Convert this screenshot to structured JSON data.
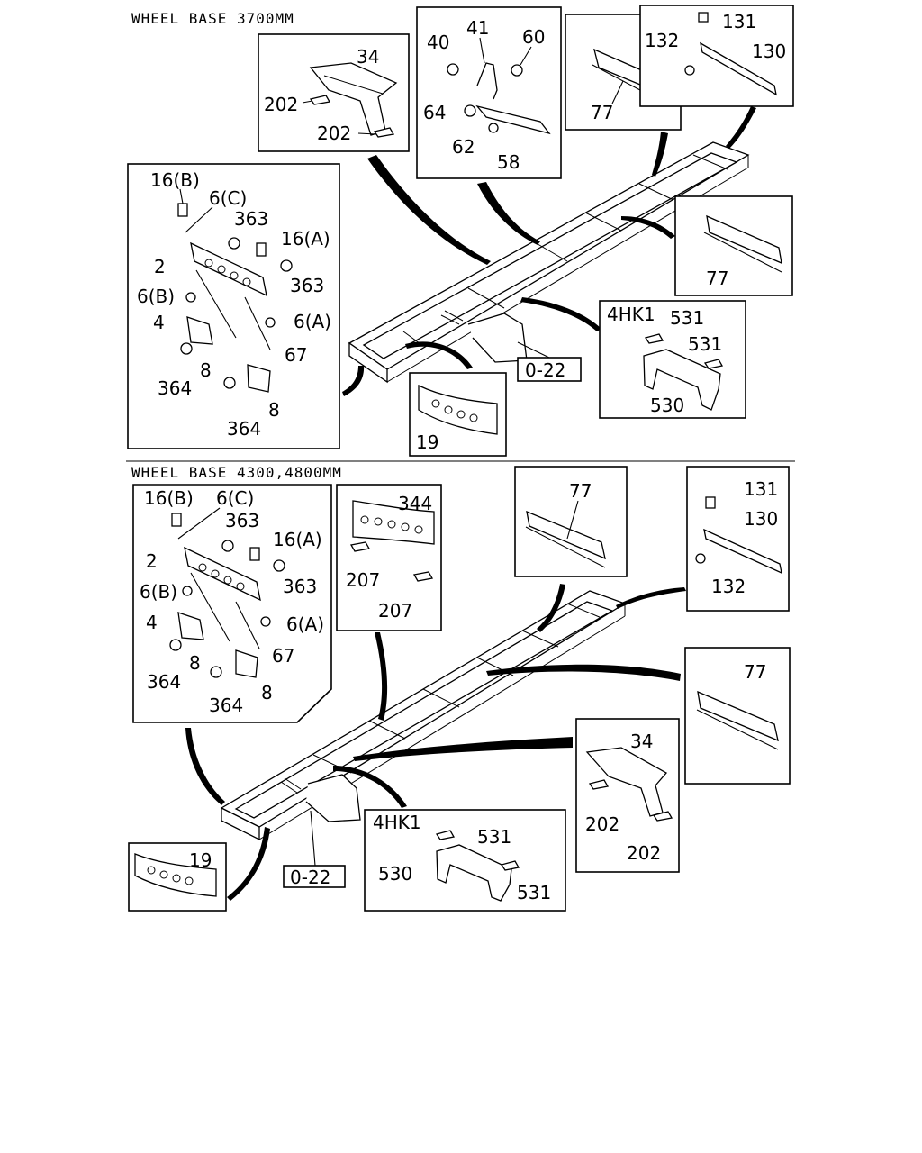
{
  "sections": [
    {
      "header": "WHEEL BASE 3700MM",
      "callouts": {
        "crossmember_34": {
          "part": "34",
          "shims": [
            "202",
            "202"
          ]
        },
        "bracket_group": {
          "labels": [
            "41",
            "40",
            "60",
            "64",
            "62",
            "58"
          ]
        },
        "rear_cm_77": {
          "part": "77"
        },
        "end_cm": {
          "labels": [
            "131",
            "132",
            "130"
          ]
        },
        "mid_cm_77": {
          "part": "77"
        },
        "engine_mount": {
          "engine": "4HK1",
          "labels": [
            "531",
            "531",
            "530"
          ]
        },
        "front_cm_19": {
          "part": "19"
        },
        "ref": "0-22",
        "left_group": {
          "labels": [
            "16(B)",
            "6(C)",
            "363",
            "16(A)",
            "2",
            "363",
            "6(B)",
            "4",
            "6(A)",
            "67",
            "8",
            "364",
            "8",
            "364"
          ]
        }
      }
    },
    {
      "header": "WHEEL BASE 4300,4800MM",
      "callouts": {
        "left_group": {
          "labels": [
            "16(B)",
            "6(C)",
            "363",
            "16(A)",
            "2",
            "363",
            "6(B)",
            "4",
            "6(A)",
            "67",
            "8",
            "364",
            "8",
            "364"
          ]
        },
        "crossmember_344": {
          "part": "344",
          "shims": [
            "207",
            "207"
          ]
        },
        "top_cm_77": {
          "part": "77"
        },
        "end_cm": {
          "labels": [
            "131",
            "130",
            "132"
          ]
        },
        "side_cm_77": {
          "part": "77"
        },
        "crossmember_34": {
          "part": "34",
          "shims": [
            "202",
            "202"
          ]
        },
        "engine_mount": {
          "engine": "4HK1",
          "labels": [
            "531",
            "530",
            "531"
          ]
        },
        "front_cm_19": {
          "part": "19"
        },
        "ref": "0-22"
      }
    }
  ]
}
